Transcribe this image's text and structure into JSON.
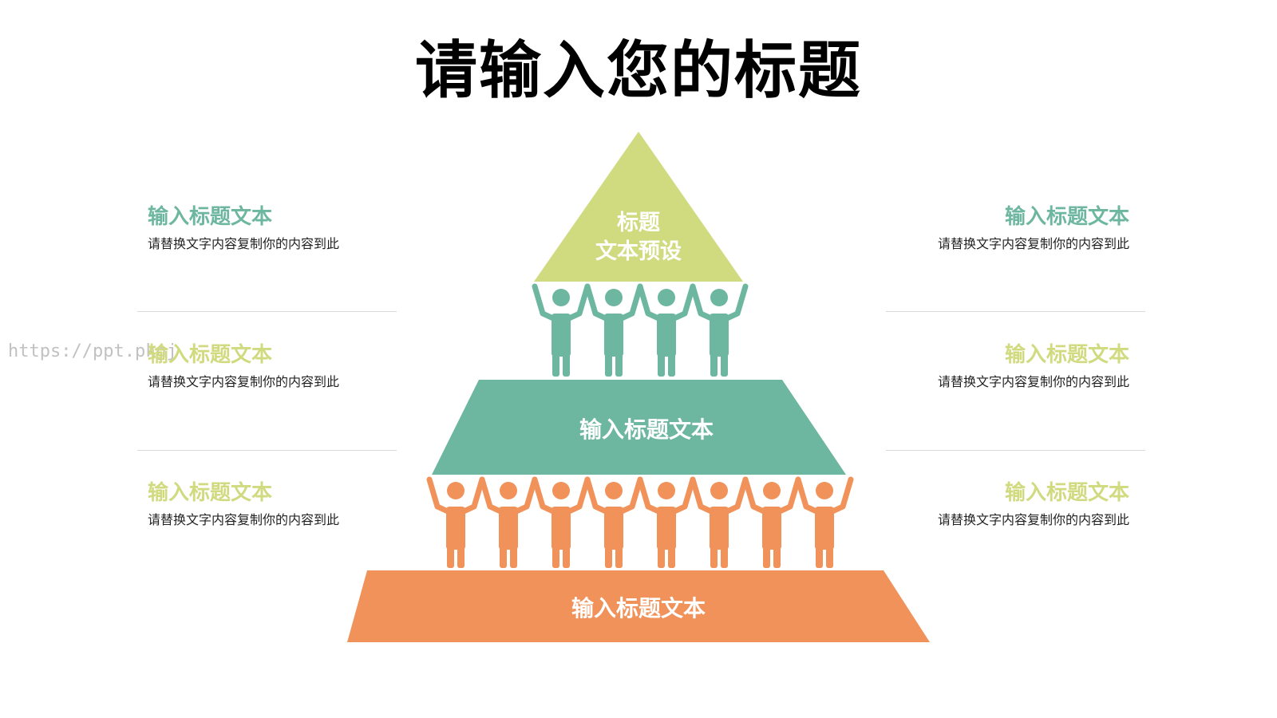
{
  "title": "请输入您的标题",
  "colors": {
    "lime": "#d0da7f",
    "teal": "#6db69f",
    "orange": "#f0925a"
  },
  "pyramid": {
    "top": {
      "line1": "标题",
      "line2": "文本预设",
      "color": "#d0da7f"
    },
    "middle": {
      "label": "输入标题文本",
      "color": "#6db69f"
    },
    "bottom": {
      "label": "输入标题文本",
      "color": "#f0925a"
    },
    "figures_upper": {
      "count": 4,
      "icon": "person-arms-raised-icon",
      "color": "#6db69f"
    },
    "figures_lower": {
      "count": 8,
      "icon": "person-arms-raised-icon",
      "color": "#f0925a"
    }
  },
  "left_items": [
    {
      "heading": "输入标题文本",
      "desc": "请替换文字内容复制你的内容到此",
      "color": "#6db69f"
    },
    {
      "heading": "输入标题文本",
      "desc": "请替换文字内容复制你的内容到此",
      "color": "#d0da7f"
    },
    {
      "heading": "输入标题文本",
      "desc": "请替换文字内容复制你的内容到此",
      "color": "#d0da7f"
    }
  ],
  "right_items": [
    {
      "heading": "输入标题文本",
      "desc": "请替换文字内容复制你的内容到此",
      "color": "#6db69f"
    },
    {
      "heading": "输入标题文本",
      "desc": "请替换文字内容复制你的内容到此",
      "color": "#d0da7f"
    },
    {
      "heading": "输入标题文本",
      "desc": "请替换文字内容复制你的内容到此",
      "color": "#d0da7f"
    }
  ],
  "watermark": "https://ppt.pkgj"
}
